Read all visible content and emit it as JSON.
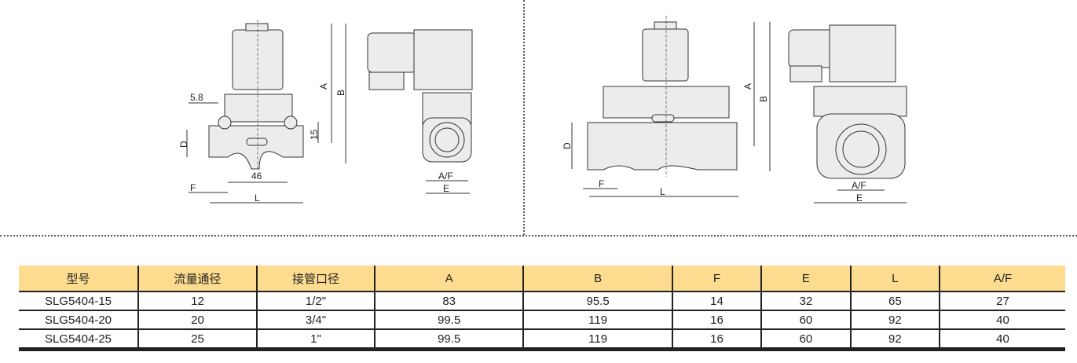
{
  "drawings": {
    "left": {
      "A": "A",
      "B": "B",
      "D": "D",
      "F": "F",
      "L": "L",
      "dim_58": "5.8",
      "dim_15": "15",
      "dim_46": "46",
      "AF": "A/F",
      "E": "E"
    },
    "right": {
      "A": "A",
      "B": "B",
      "D": "D",
      "F": "F",
      "L": "L",
      "AF": "A/F",
      "E": "E"
    }
  },
  "table": {
    "headers": [
      "型号",
      "流量通径",
      "接管口径",
      "A",
      "B",
      "F",
      "E",
      "L",
      "A/F"
    ],
    "rows": [
      [
        "SLG5404-15",
        "12",
        "1/2\"",
        "83",
        "95.5",
        "14",
        "32",
        "65",
        "27"
      ],
      [
        "SLG5404-20",
        "20",
        "3/4\"",
        "99.5",
        "119",
        "16",
        "60",
        "92",
        "40"
      ],
      [
        "SLG5404-25",
        "25",
        "1\"",
        "99.5",
        "119",
        "16",
        "60",
        "92",
        "40"
      ]
    ]
  },
  "colors": {
    "header": "#fddc8f"
  }
}
